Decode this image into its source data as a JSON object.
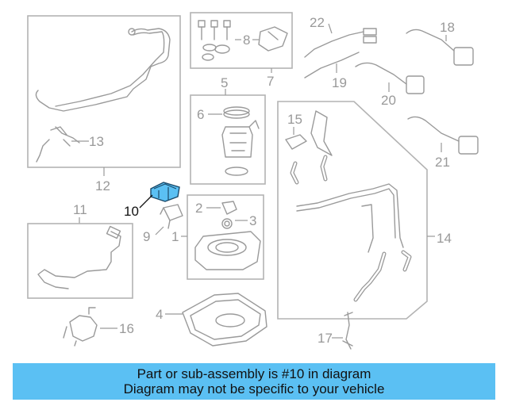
{
  "callouts": {
    "c1": "1",
    "c2": "2",
    "c3": "3",
    "c4": "4",
    "c5": "5",
    "c6": "6",
    "c7": "7",
    "c8": "8",
    "c9": "9",
    "c10": "10",
    "c11": "11",
    "c12": "12",
    "c13": "13",
    "c14": "14",
    "c15": "15",
    "c16": "16",
    "c17": "17",
    "c18": "18",
    "c19": "19",
    "c20": "20",
    "c21": "21",
    "c22": "22"
  },
  "highlight": {
    "part_number": "10",
    "color": "#5bc0f3"
  },
  "banner": {
    "line1": "Part or sub-assembly is #10 in diagram",
    "line2": "Diagram may not be specific to your vehicle",
    "color": "#5bc0f3"
  }
}
